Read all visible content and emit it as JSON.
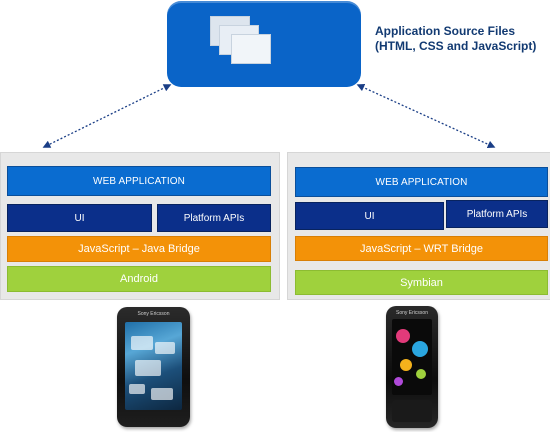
{
  "source": {
    "title_line1": "Application Source Files",
    "title_line2": "(HTML, CSS and JavaScript)"
  },
  "android_stack": {
    "web_application": "WEB APPLICATION",
    "ui": "UI",
    "platform_apis": "Platform APIs",
    "bridge": "JavaScript – Java Bridge",
    "os": "Android"
  },
  "symbian_stack": {
    "web_application": "WEB APPLICATION",
    "ui": "UI",
    "platform_apis": "Platform APIs",
    "bridge": "JavaScript – WRT Bridge",
    "os": "Symbian"
  },
  "android_phone": {
    "brand": "Sony Ericsson"
  },
  "symbian_phone": {
    "brand": "Sony Ericsson"
  },
  "colors": {
    "source_box": "#0a64c8",
    "web_application": "#0a6cd0",
    "ui": "#0b2f8a",
    "bridge": "#f39208",
    "os": "#9fd13d",
    "panel": "#e8e8e8"
  },
  "icons": {
    "documents": "documents-icon",
    "arrows": "dotted-double-arrow"
  }
}
